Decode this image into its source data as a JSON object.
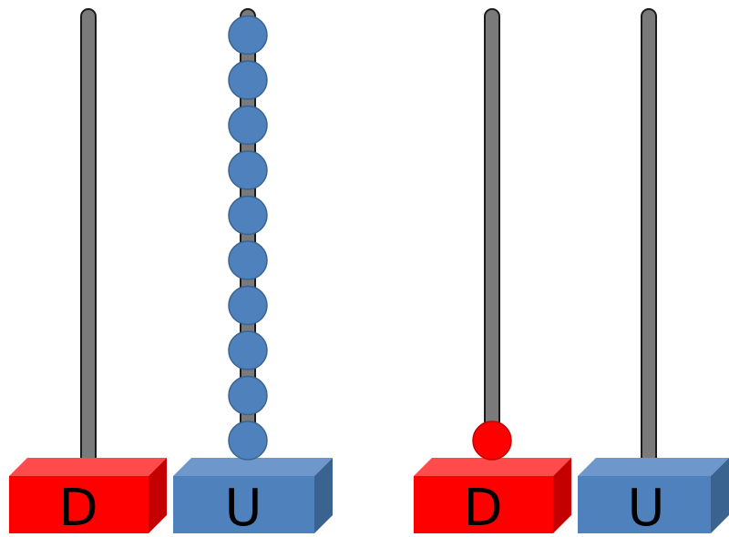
{
  "colors": {
    "background": "#ffffff",
    "rod": "#7a7a7a",
    "rod_outline": "#1a1a1a",
    "red_front": "#ff0000",
    "red_top": "#ff4b4b",
    "red_side": "#c40000",
    "blue_front": "#4f81bd",
    "blue_top": "#6e98cc",
    "blue_side": "#3a6390",
    "blue_bead": "#4f81bd",
    "blue_bead_outline": "#3a6390",
    "red_bead": "#ff0000",
    "red_bead_outline": "#c40000"
  },
  "abacuses": [
    {
      "columns": [
        {
          "label": "D",
          "color": "red",
          "beads": 0
        },
        {
          "label": "U",
          "color": "blue",
          "beads": 10
        }
      ]
    },
    {
      "columns": [
        {
          "label": "D",
          "color": "red",
          "beads": 1
        },
        {
          "label": "U",
          "color": "blue",
          "beads": 0
        }
      ]
    }
  ]
}
